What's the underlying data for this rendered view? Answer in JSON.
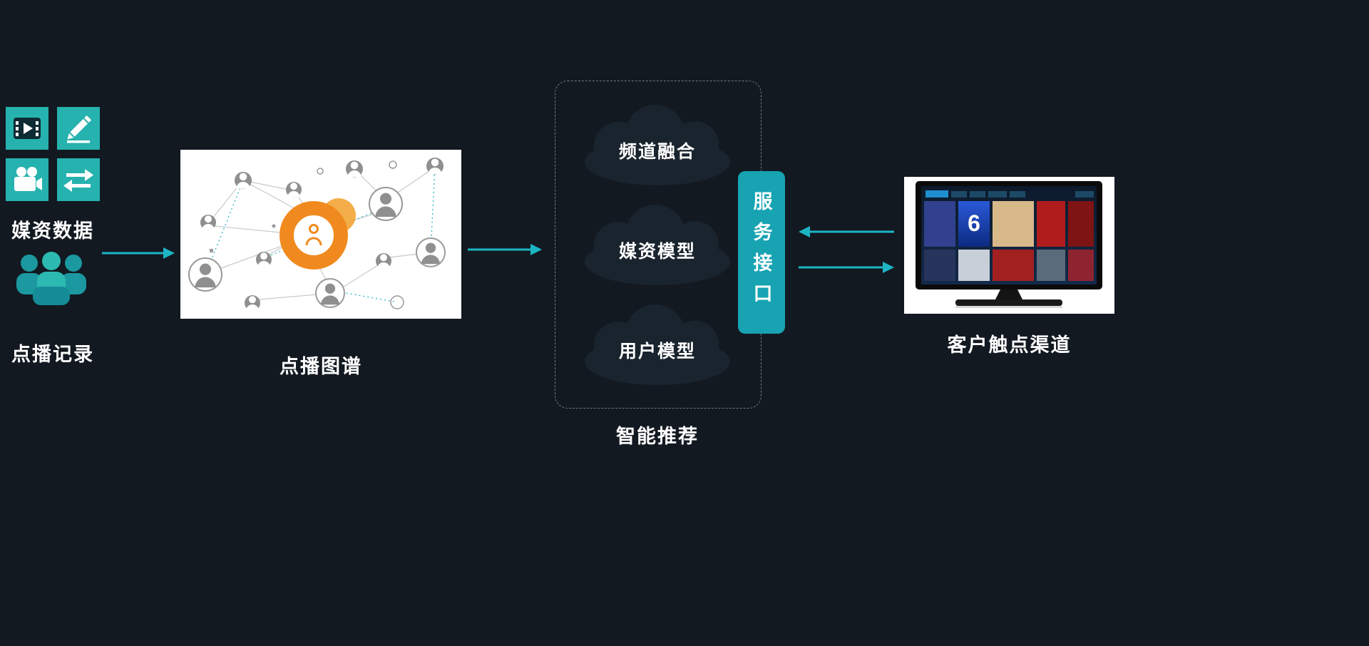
{
  "left": {
    "icons": [
      {
        "name": "film-play-icon"
      },
      {
        "name": "pencil-icon"
      },
      {
        "name": "video-camera-icon"
      },
      {
        "name": "transfer-arrows-icon"
      }
    ],
    "media_label": "媒资数据",
    "vod_label": "点播记录"
  },
  "graph": {
    "label": "点播图谱"
  },
  "recommend": {
    "clouds": [
      {
        "label": "频道融合"
      },
      {
        "label": "媒资模型"
      },
      {
        "label": "用户模型"
      }
    ],
    "label": "智能推荐"
  },
  "service": {
    "label": "服务接口"
  },
  "tv": {
    "label": "客户触点渠道",
    "poster_text": "6"
  },
  "colors": {
    "background": "#121921",
    "teal_square": "#26b2ae",
    "arrow_cyan": "#1db5c4",
    "service_teal": "#17a3b2",
    "cloud_fill": "#1a242e",
    "graph_orange": "#f08a1e",
    "text": "#ffffff"
  }
}
